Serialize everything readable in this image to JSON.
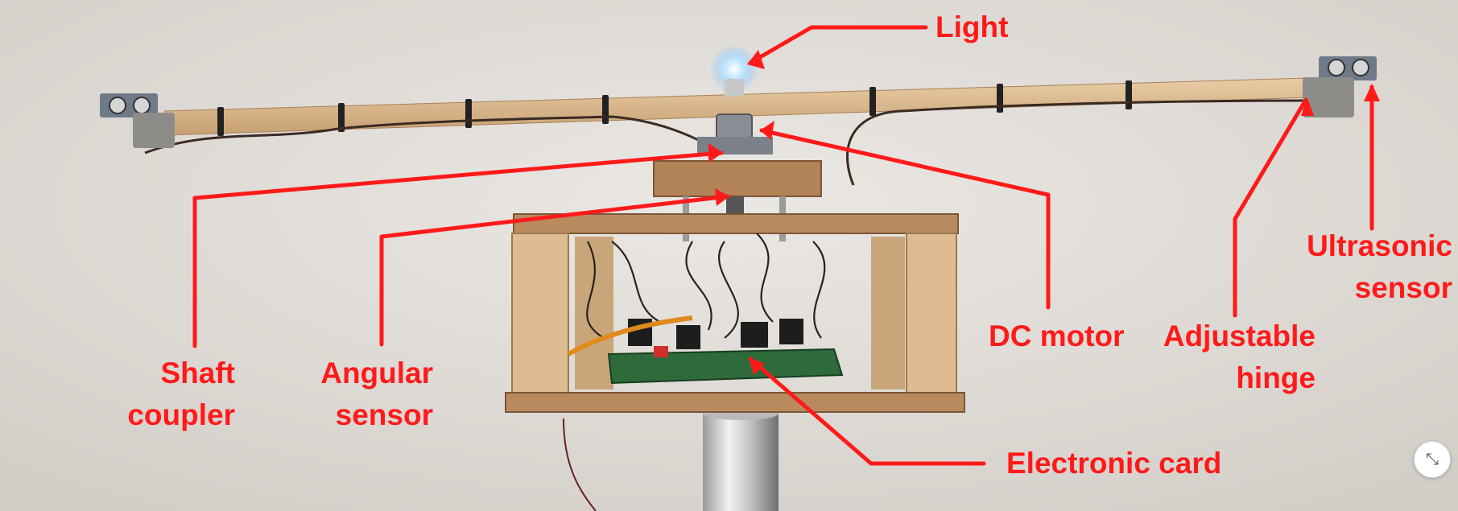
{
  "labels": {
    "light": "Light",
    "shaft_coupler": [
      "Shaft",
      "coupler"
    ],
    "angular_sensor": [
      "Angular",
      "sensor"
    ],
    "dc_motor": "DC motor",
    "adjustable_hinge": [
      "Adjustable",
      "hinge"
    ],
    "ultrasonic_sensor": [
      "Ultrasonic",
      "sensor"
    ],
    "electronic_card": "Electronic card"
  },
  "colors": {
    "annotation": "#ff1a1a",
    "wall": "#e4e0dc"
  },
  "controls": {
    "collapse_icon": "collapse-icon",
    "collapse_glyph": "⤡"
  }
}
